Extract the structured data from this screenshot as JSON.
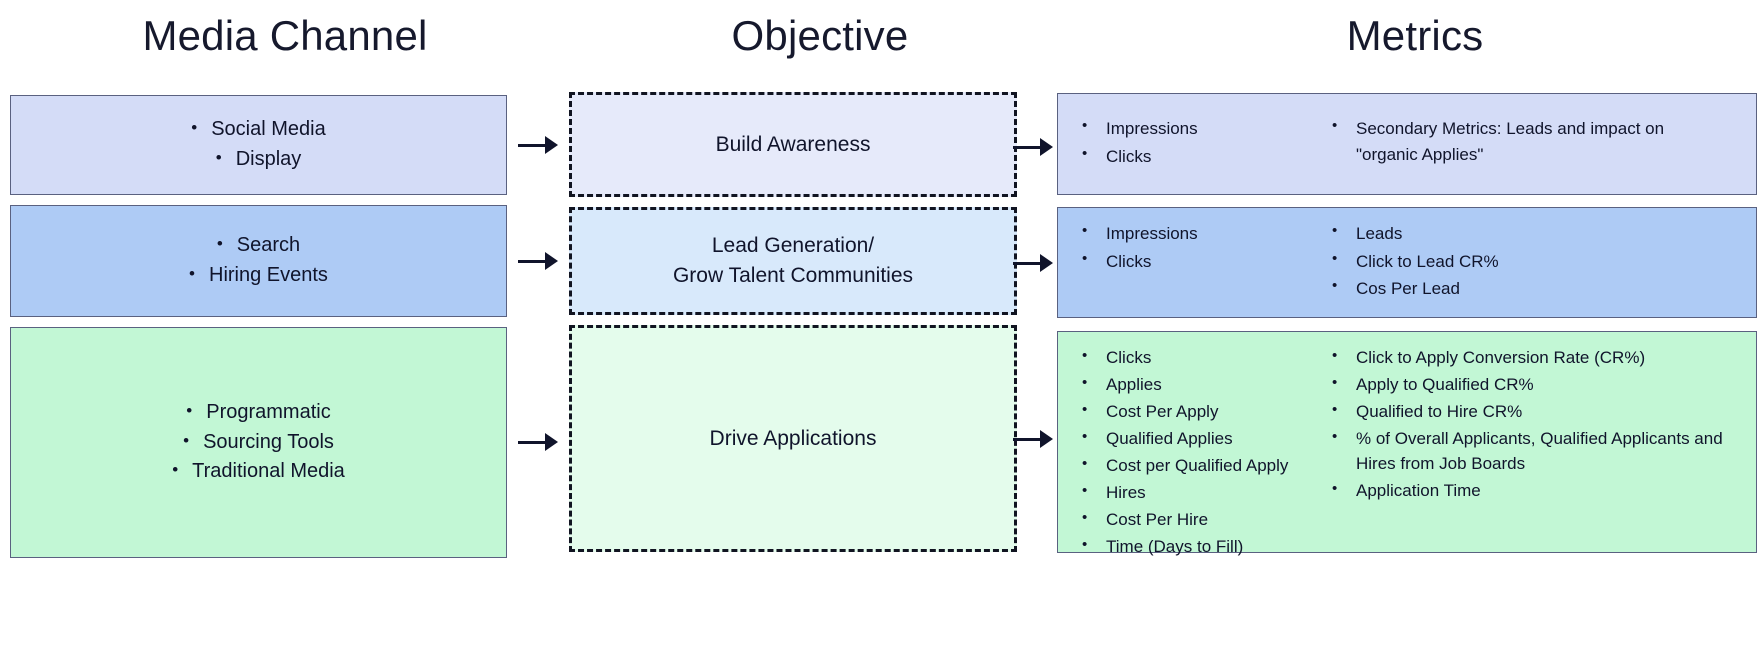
{
  "headings": {
    "media_channel": "Media Channel",
    "objective": "Objective",
    "metrics": "Metrics"
  },
  "colors": {
    "lavender": "#d4dcf7",
    "blue": "#aecbf5",
    "green": "#c2f7d5",
    "lavender_light": "#e6eafa",
    "blue_light": "#d8e9fb",
    "green_light": "#e4fcec",
    "border_solid": "#5a6180",
    "border_dashed": "#111421",
    "text": "#10142b"
  },
  "rows": [
    {
      "id": "awareness",
      "media_channels": [
        "Social Media",
        "Display"
      ],
      "objective": "Build Awareness",
      "metrics_left": [
        "Impressions",
        "Clicks"
      ],
      "metrics_right": [
        "Secondary Metrics: Leads and impact on \"organic Applies\""
      ]
    },
    {
      "id": "leadgen",
      "media_channels": [
        "Search",
        "Hiring Events"
      ],
      "objective": "Lead Generation/\nGrow Talent Communities",
      "metrics_left": [
        "Impressions",
        "Clicks"
      ],
      "metrics_right": [
        "Leads",
        "Click to Lead CR%",
        "Cos Per Lead"
      ]
    },
    {
      "id": "applications",
      "media_channels": [
        "Programmatic",
        "Sourcing Tools",
        "Traditional Media"
      ],
      "objective": "Drive Applications",
      "metrics_left": [
        "Clicks",
        "Applies",
        "Cost Per Apply",
        "Qualified Applies",
        "Cost per Qualified Apply",
        "Hires",
        "Cost Per Hire",
        "Time (Days to Fill)"
      ],
      "metrics_right": [
        "Click to Apply Conversion Rate (CR%)",
        "Apply to Qualified CR%",
        "Qualified to Hire CR%",
        "% of Overall Applicants, Qualified Applicants and Hires from Job Boards",
        "Application Time"
      ]
    }
  ],
  "arrows": {
    "glyph": "arrow-right-icon",
    "count": 6
  }
}
